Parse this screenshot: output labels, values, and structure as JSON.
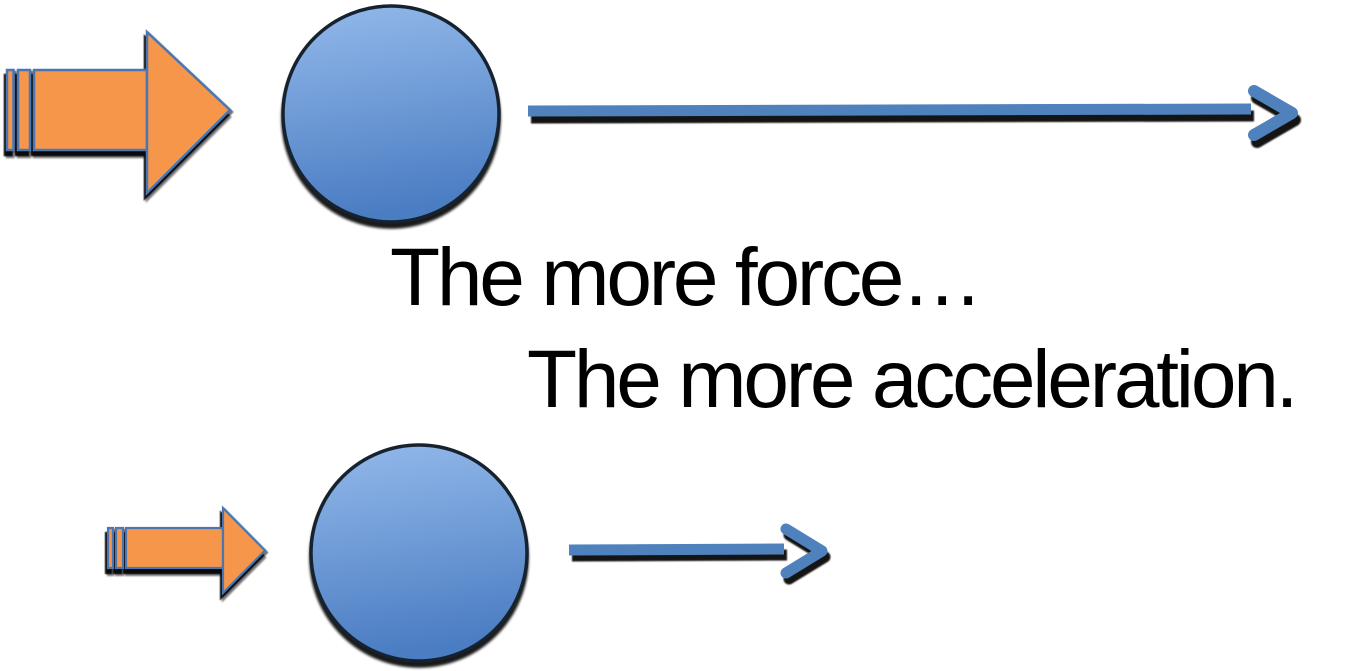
{
  "caption": {
    "line1": "The more force…",
    "line2": "The more acceleration."
  },
  "colors": {
    "background": "#ffffff",
    "text": "#000000",
    "orange_fill": "#F6964A",
    "orange_stroke": "#4A77B2",
    "arrow_blue": "#4F81BD",
    "ball_top": "#93B9EA",
    "ball_bottom": "#4B7DC3",
    "ball_stroke": "#17222F"
  },
  "diagram": {
    "description": "Newton's second law illustration: force applied to a ball vs resulting acceleration",
    "rows": [
      {
        "force_arrow": {
          "icon": "striped-right-arrow-icon",
          "size": "large",
          "fill": "#F6964A"
        },
        "object": {
          "icon": "ball-icon",
          "fill_top": "#93B9EA",
          "fill_bottom": "#4B7DC3"
        },
        "acceleration_arrow": {
          "icon": "right-arrow-icon",
          "length": "long",
          "color": "#4F81BD"
        }
      },
      {
        "force_arrow": {
          "icon": "striped-right-arrow-icon",
          "size": "small",
          "fill": "#F6964A"
        },
        "object": {
          "icon": "ball-icon",
          "fill_top": "#93B9EA",
          "fill_bottom": "#4B7DC3"
        },
        "acceleration_arrow": {
          "icon": "right-arrow-icon",
          "length": "short",
          "color": "#4F81BD"
        }
      }
    ]
  }
}
